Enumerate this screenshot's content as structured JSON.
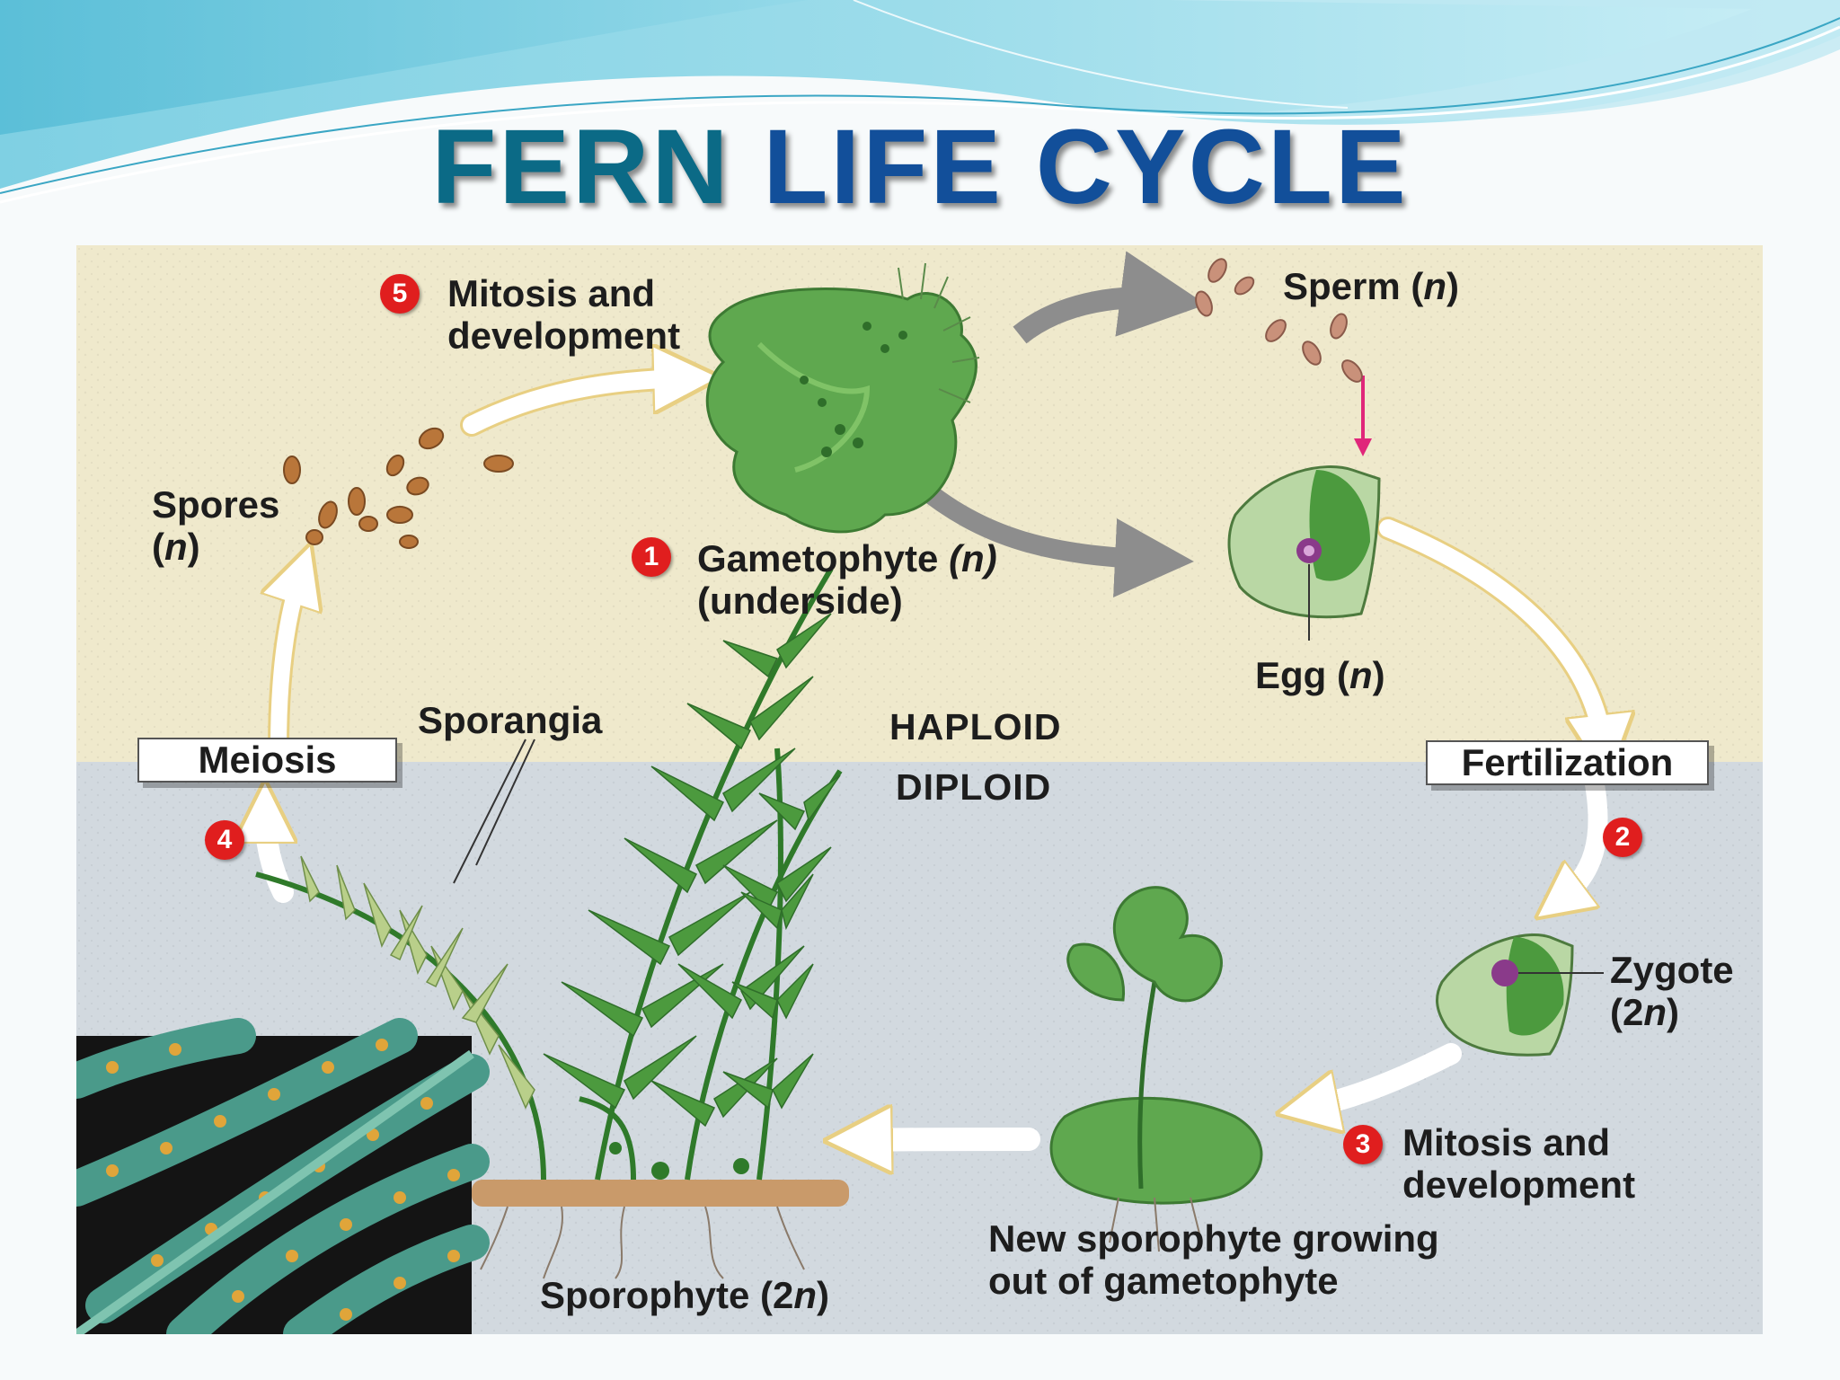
{
  "title": {
    "word1": "FERN",
    "word2": "LIFE CYCLE"
  },
  "colors": {
    "title_fern": "#0b6a86",
    "title_rest": "#124f9a",
    "haploid_bg": "#efe9cc",
    "diploid_bg": "#d2d9df",
    "step_badge": "#e01e1e",
    "fern_green": "#3f9a3a"
  },
  "zones": {
    "haploid": "HAPLOID",
    "diploid": "DIPLOID"
  },
  "steps": [
    {
      "number": "1",
      "line1": "Gametophyte",
      "line1_italic": "(n)",
      "line2": "(underside)"
    },
    {
      "number": "2"
    },
    {
      "number": "3",
      "line1": "Mitosis and",
      "line2": "development"
    },
    {
      "number": "4"
    },
    {
      "number": "5",
      "line1": "Mitosis and",
      "line2": "development"
    }
  ],
  "boxes": {
    "meiosis": "Meiosis",
    "fertilization": "Fertilization"
  },
  "labels": {
    "sperm": {
      "text": "Sperm (",
      "n": "n",
      "close": ")"
    },
    "egg": {
      "text": "Egg (",
      "n": "n",
      "close": ")"
    },
    "spores": {
      "line1": "Spores",
      "line2_open": "(",
      "n": "n",
      "line2_close": ")"
    },
    "zygote": {
      "line1": "Zygote",
      "line2_open": "(2",
      "n": "n",
      "line2_close": ")"
    },
    "sporangia": "Sporangia",
    "sporophyte": {
      "text": "Sporophyte (2",
      "n": "n",
      "close": ")"
    },
    "new_sporophyte": {
      "line1": "New sporophyte growing",
      "line2": "out of gametophyte"
    }
  },
  "icons": [
    "gametophyte-thallus",
    "sperm-cells",
    "egg-archegonium",
    "spores",
    "zygote-archegonium",
    "young-sporophyte",
    "mature-fern",
    "sori-closeup",
    "cycle-arrows"
  ]
}
